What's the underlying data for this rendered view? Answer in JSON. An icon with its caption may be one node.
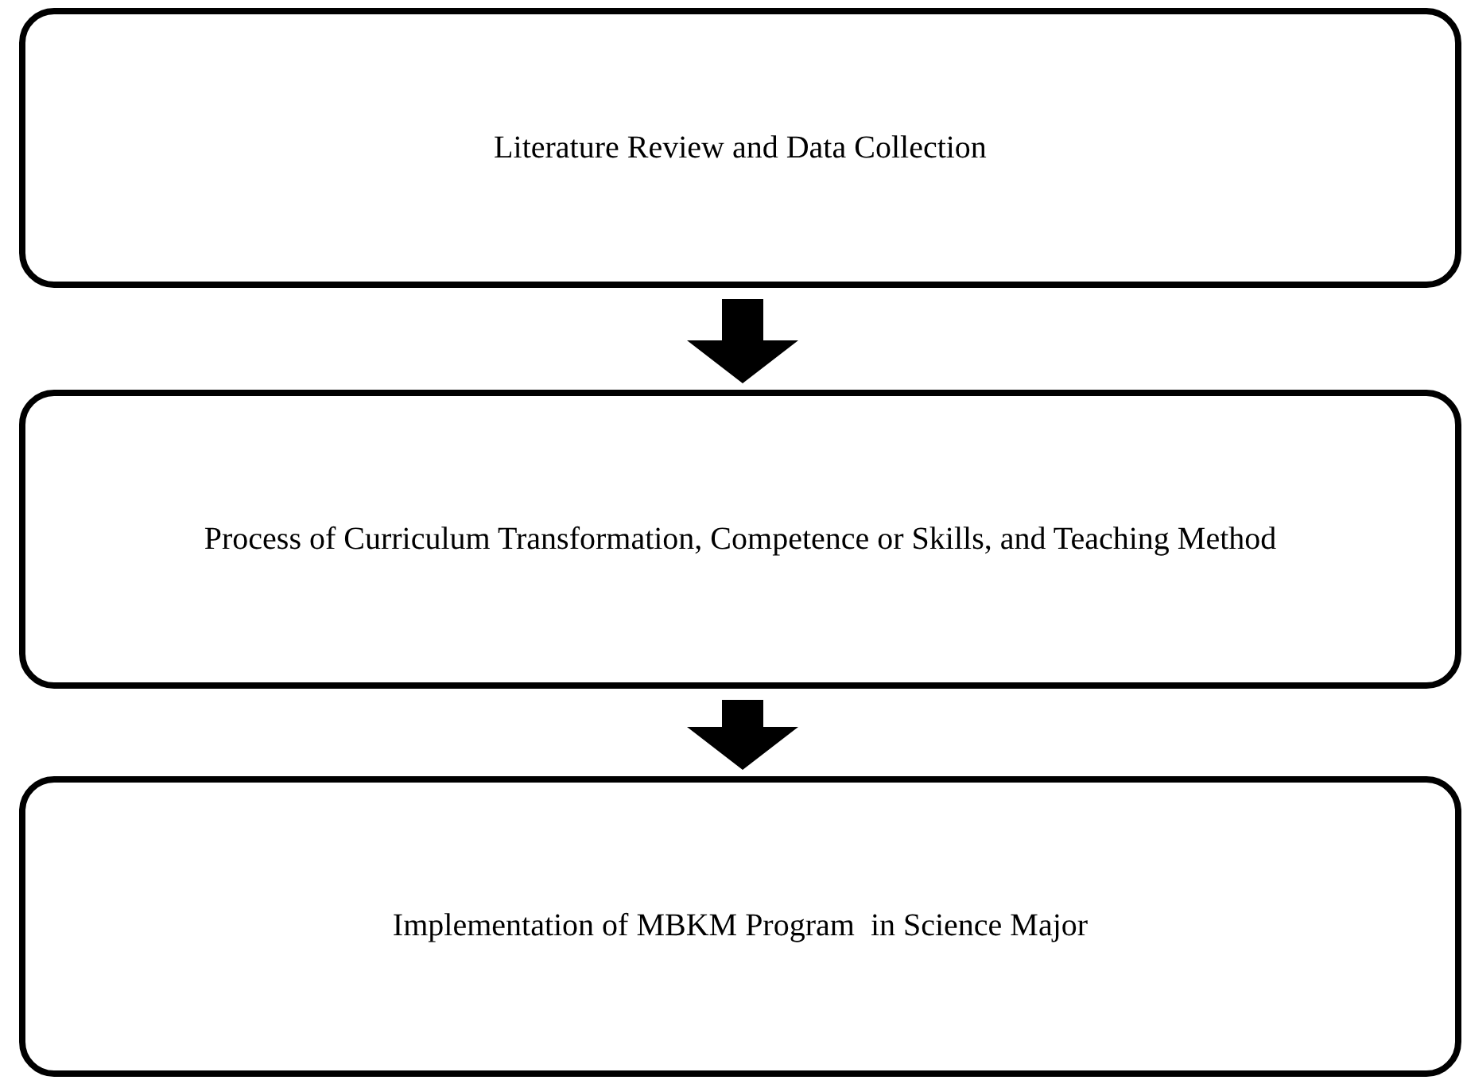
{
  "diagram": {
    "nodes": [
      {
        "text": [
          "Literature Review and Data Collection"
        ]
      },
      {
        "text": [
          "Process of Curriculum Transformation, Competence or Skills, and Teaching Method"
        ]
      },
      {
        "text": [
          "Implementation of MBKM Program  in Science Major"
        ]
      }
    ],
    "edges": [
      {
        "from": 0,
        "to": 1,
        "arrow": "to",
        "style": "thick"
      },
      {
        "from": 1,
        "to": 2,
        "arrow": "to",
        "style": "thick"
      }
    ]
  }
}
